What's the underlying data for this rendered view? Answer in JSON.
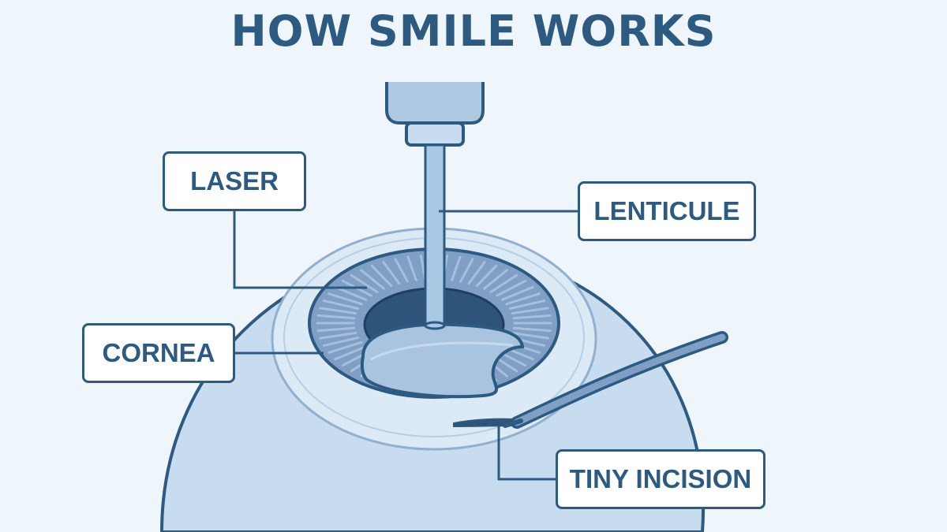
{
  "title": "HOW SMILE WORKS",
  "labels": {
    "laser": "LASER",
    "lenticule": "LENTICULE",
    "cornea": "CORNEA",
    "tiny_incision": "TINY INCISION"
  },
  "colors": {
    "background": "#eef5fb",
    "outline": "#2d5a80",
    "eye_fill": "#c7dcef",
    "cornea_fill": "#dceaf6",
    "iris_fill": "#7f9fc4",
    "pupil_fill": "#2e5479",
    "lenticule_fill": "#a9c4df",
    "laser_beam": "#a9c8e3"
  }
}
